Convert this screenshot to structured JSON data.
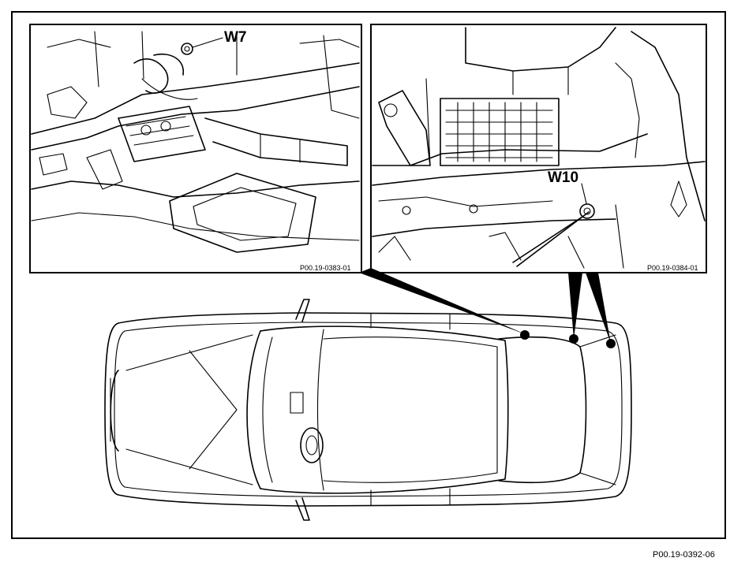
{
  "figure": {
    "reference": "P00.19-0392-06"
  },
  "detail_views": [
    {
      "label": "W7",
      "reference": "P00.19-0383-01"
    },
    {
      "label": "W10",
      "reference": "P00.19-0384-01"
    }
  ]
}
